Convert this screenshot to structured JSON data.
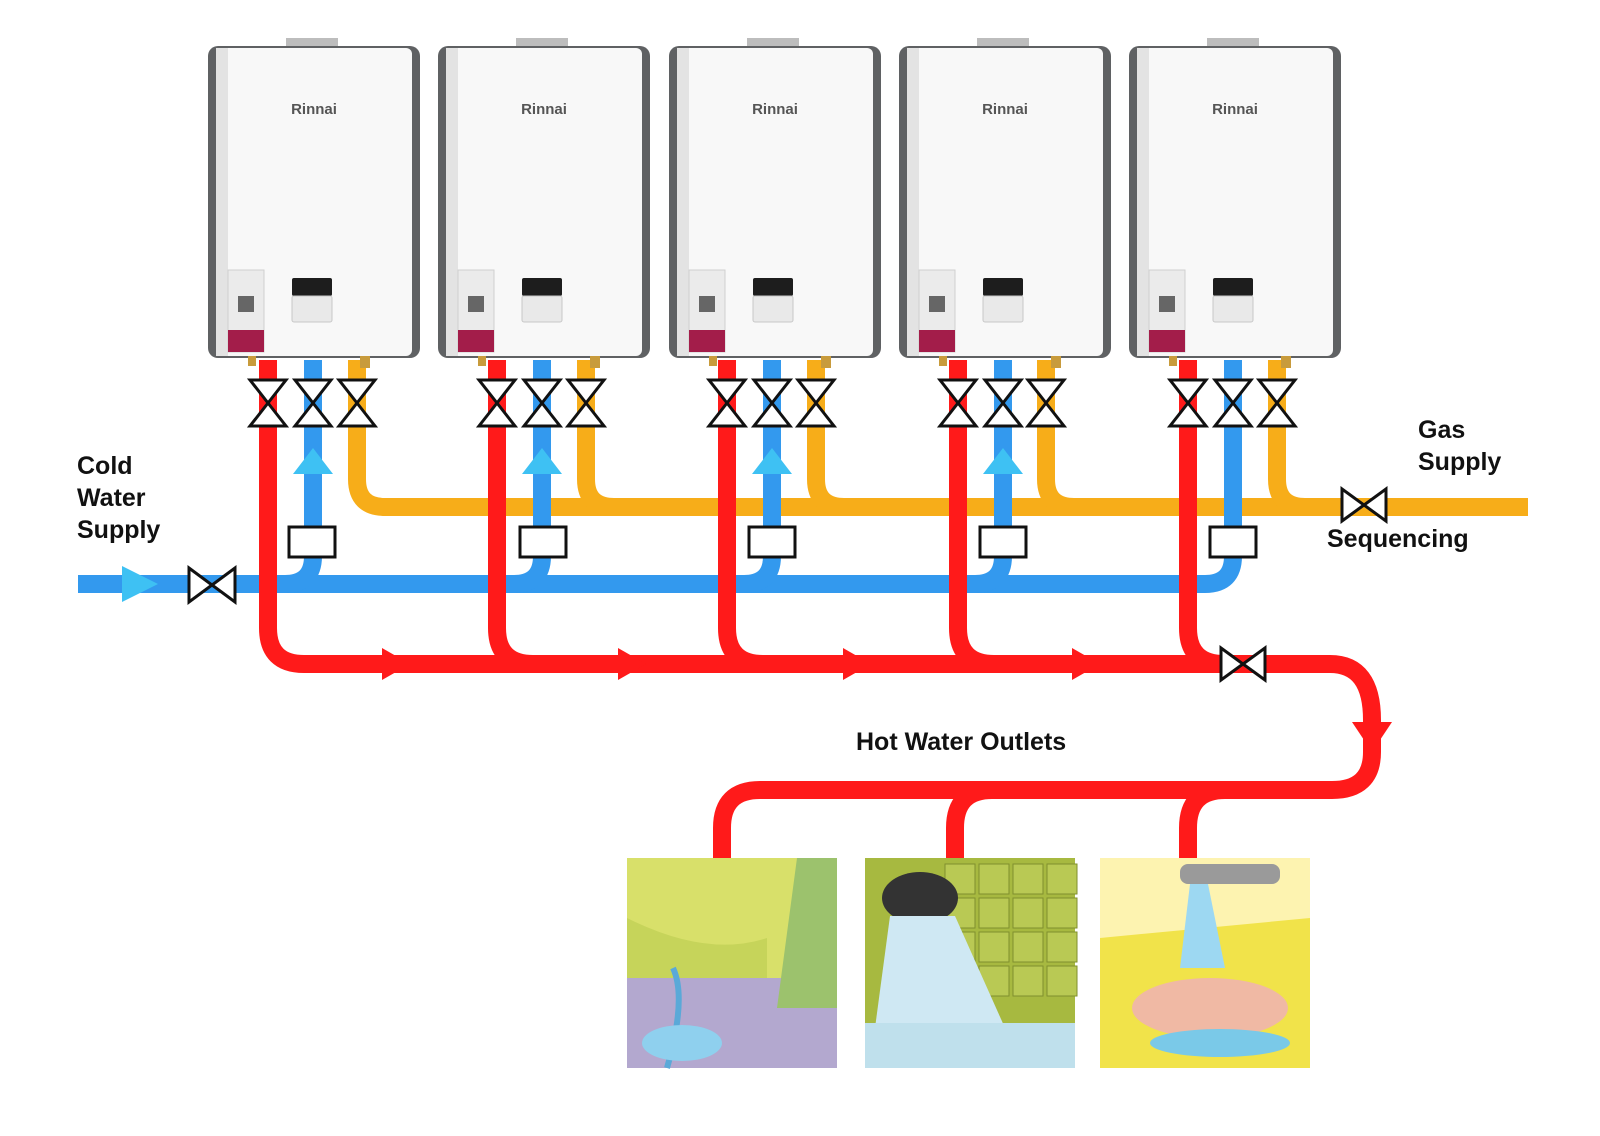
{
  "labels": {
    "cold_water_supply": [
      "Cold",
      "Water",
      "Supply"
    ],
    "gas_supply": [
      "Gas",
      "Supply"
    ],
    "sequencing": "Sequencing",
    "hot_water_outlets": "Hot Water Outlets"
  },
  "heaters": [
    {
      "brand": "Rinnai"
    },
    {
      "brand": "Rinnai"
    },
    {
      "brand": "Rinnai"
    },
    {
      "brand": "Rinnai"
    },
    {
      "brand": "Rinnai"
    }
  ],
  "outlets": [
    {
      "name": "kitchen-sink-outlet"
    },
    {
      "name": "shower-outlet"
    },
    {
      "name": "hand-basin-outlet"
    }
  ],
  "colors": {
    "hot": "#ff1a1a",
    "cold": "#3399ee",
    "gas": "#f7ad19",
    "flow_arrow": "#3ec1f3",
    "valve": "#111111"
  }
}
